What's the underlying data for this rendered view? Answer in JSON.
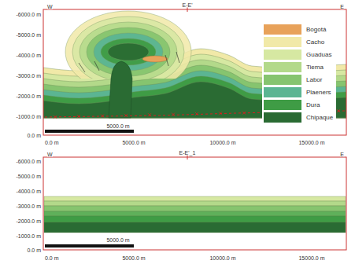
{
  "diagram": {
    "labels": [
      "W",
      "E-E'",
      "E",
      "-6000.0 m",
      "-5000.0 m",
      "-4000.0 m",
      "-3000.0 m",
      "-2000.0 m",
      "-1000.0 m",
      "0.0 m",
      "5000.0 m",
      "0.0 m",
      "5000.0 m",
      "10000.0 m",
      "15000.0 m",
      "W",
      "E-E'_1",
      "E",
      "-6000.0 m",
      "-5000.0 m",
      "-4000.0 m",
      "-3000.0 m",
      "-2000.0 m",
      "-1000.0 m",
      "0.0 m",
      "5000.0 m",
      "0.0 m",
      "5000.0 m",
      "10000.0 m",
      "15000.0 m"
    ],
    "legend": [
      {
        "text": "Bogotá",
        "color": "#e8a25a"
      },
      {
        "text": "Cacho",
        "color": "#f1e9a8"
      },
      {
        "text": "Guaduas",
        "color": "#d6e8a2"
      },
      {
        "text": "Tiema",
        "color": "#b3d98a"
      },
      {
        "text": "Labor",
        "color": "#86c46f"
      },
      {
        "text": "Plaeners",
        "color": "#5bb592"
      },
      {
        "text": "Dura",
        "color": "#3f9c45"
      },
      {
        "text": "Chipaque",
        "color": "#2a6b33"
      }
    ]
  }
}
